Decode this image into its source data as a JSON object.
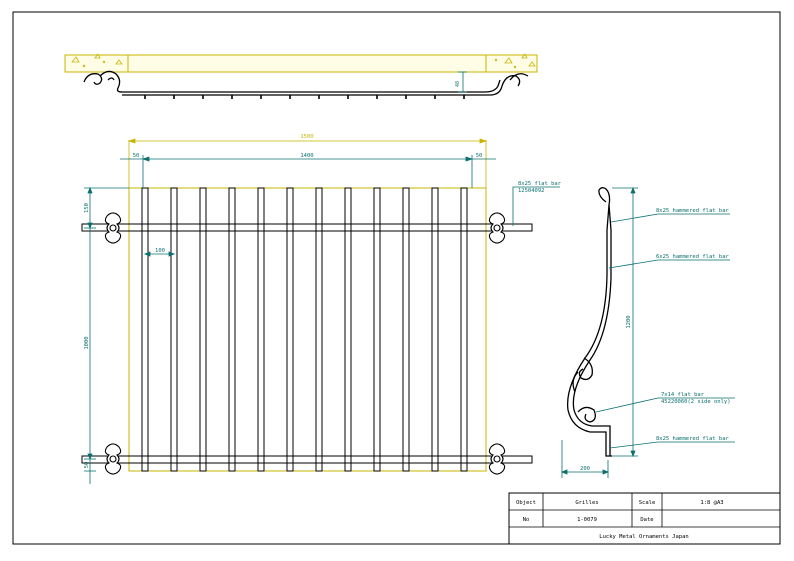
{
  "dimensions": {
    "total_width": "1500",
    "inner_width": "1400",
    "left_offset": "50",
    "right_offset": "50",
    "top_offset": "150",
    "bottom_offset": "50",
    "height": "1000",
    "bar_spacing": "100",
    "plan_depth": "48",
    "side_height": "1200",
    "side_depth": "200"
  },
  "callouts": {
    "front_bar_label": "8x25 flat bar",
    "front_bar_code": "12504092",
    "side_top": "8x25 hammered flat bar",
    "side_middle": "6x25 hammered flat bar",
    "side_scroll_label": "7x14 flat bar",
    "side_scroll_code": "45220060(2 side only)",
    "side_bottom": "8x25 hammered flat bar"
  },
  "title_block": {
    "object_label": "Object",
    "object_value": "Grilles",
    "scale_label": "Scale",
    "scale_value": "1:8 @A3",
    "no_label": "No",
    "no_value": "1-0079",
    "date_label": "Date",
    "date_value": "",
    "company": "Lucky Metal Ornaments Japan"
  },
  "colors": {
    "dimension": "#0a6f6f",
    "outline": "#c8b400",
    "ink": "#000000",
    "wall_fill": "#fffde6"
  }
}
